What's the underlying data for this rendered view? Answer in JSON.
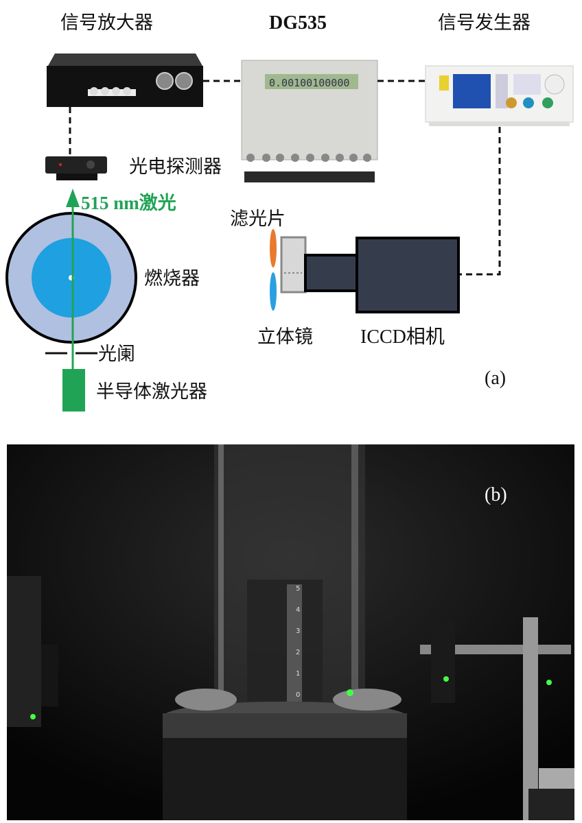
{
  "panel_a": {
    "amplifier_label": "信号放大器",
    "delay_generator_label": "DG535",
    "signal_generator_label": "信号发生器",
    "photodetector_label": "光电探测器",
    "laser_beam_label": "515 nm激光",
    "filter_label": "滤光片",
    "burner_label": "燃烧器",
    "stereoscope_label": "立体镜",
    "camera_label": "ICCD相机",
    "aperture_label": "光阑",
    "laser_label": "半导体激光器",
    "panel_tag": "(a)",
    "dg535_display": "0.00100100000"
  },
  "panel_b": {
    "panel_tag": "(b)",
    "ruler_ticks": [
      "0",
      "1",
      "2",
      "3",
      "4",
      "5"
    ]
  },
  "colors": {
    "laser_green": "#21a356",
    "burner_outer": "#b0c0e0",
    "burner_inner": "#1fa0e0",
    "camera": "#353d4d"
  }
}
